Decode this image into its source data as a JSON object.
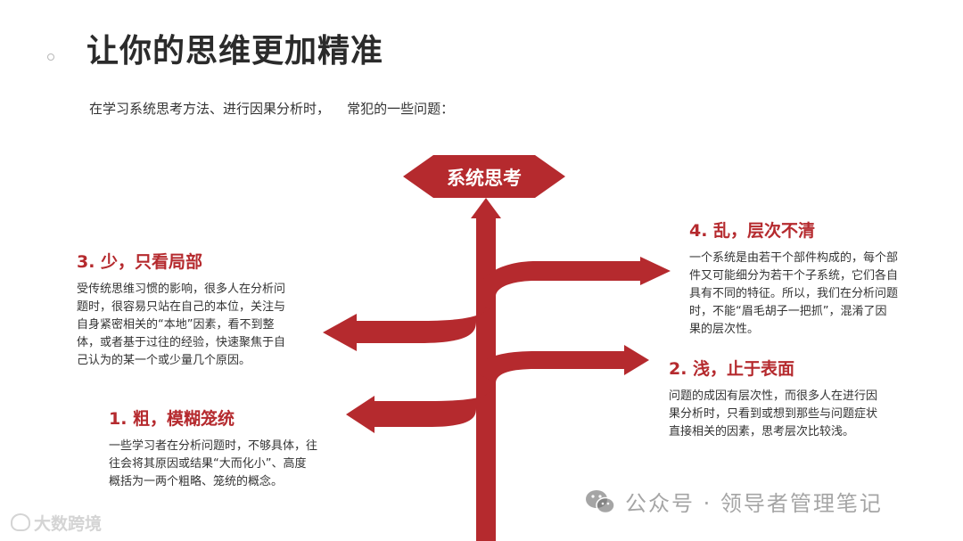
{
  "header": {
    "title": "让你的思维更加精准",
    "intro": "在学习系统思考方法、进行因果分析时，    常犯的一些问题："
  },
  "diagram": {
    "top_label": "系统思考",
    "colors": {
      "accent": "#b52a2e",
      "heading": "#b52a2e"
    },
    "items": [
      {
        "heading": "1. 粗，模糊笼统",
        "lines": [
          "一些学习者在分析问题时，不够具体，往",
          "往会将其原因或结果“大而化小”、高度",
          "概括为一两个粗略、笼统的概念。"
        ]
      },
      {
        "heading": "2. 浅，止于表面",
        "lines": [
          "问题的成因有层次性，而很多人在进行因",
          "果分析时，只看到或想到那些与问题症状",
          "直接相关的因素，思考层次比较浅。"
        ]
      },
      {
        "heading": "3. 少，只看局部",
        "lines": [
          "受传统思维习惯的影响，很多人在分析问",
          "题时，很容易只站在自己的本位，关注与",
          "自身紧密相关的“本地”因素，看不到整",
          "体，或者基于过往的经验，快速聚焦于自",
          "己认为的某一个或少量几个原因。"
        ]
      },
      {
        "heading": "4. 乱，层次不清",
        "lines": [
          "一个系统是由若干个部件构成的，每个部",
          "件又可能细分为若干个子系统，它们各自",
          "具有不同的特征。所以，我们在分析问题",
          "时，不能“眉毛胡子一把抓”，混淆了因",
          "果的层次性。"
        ]
      }
    ]
  },
  "footer": {
    "logo_text": "大数跨境",
    "watermark_text": "公众号 · 领导者管理笔记",
    "icons": [
      "logo-ring-icon",
      "wechat-icon"
    ]
  }
}
